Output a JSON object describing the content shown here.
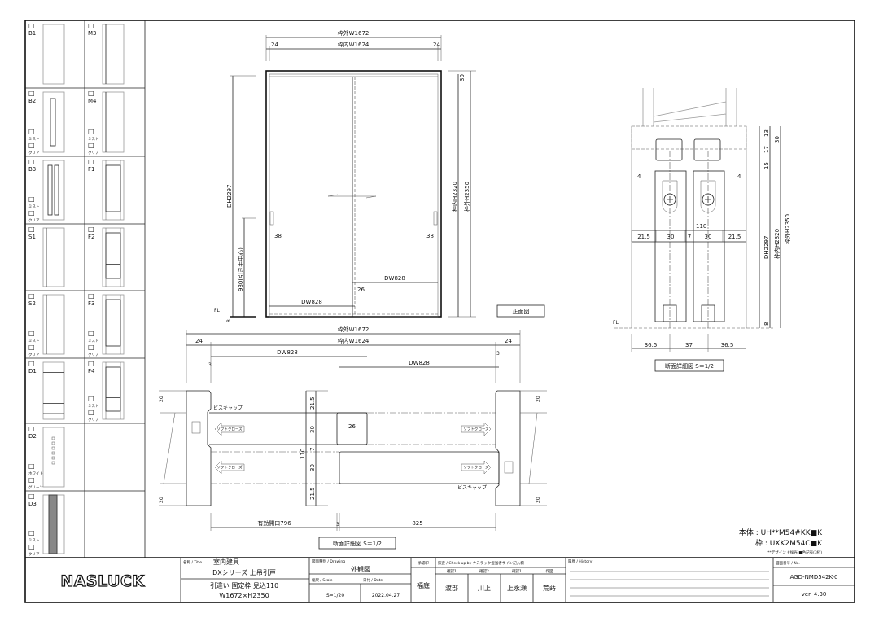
{
  "panel": [
    {
      "code": "B1",
      "options": []
    },
    {
      "code": "M3",
      "options": []
    },
    {
      "code": "B2",
      "options": [
        "ミスト",
        "クリア"
      ]
    },
    {
      "code": "M4",
      "options": [
        "ミスト",
        "クリア"
      ]
    },
    {
      "code": "B3",
      "options": [
        "ミスト",
        "クリア"
      ]
    },
    {
      "code": "F1",
      "options": []
    },
    {
      "code": "S1",
      "options": []
    },
    {
      "code": "F2",
      "options": []
    },
    {
      "code": "S2",
      "options": [
        "ミスト",
        "クリア"
      ]
    },
    {
      "code": "F3",
      "options": [
        "ミスト",
        "クリア"
      ]
    },
    {
      "code": "D1",
      "options": []
    },
    {
      "code": "F4",
      "options": [
        "ミスト",
        "クリア"
      ]
    },
    {
      "code": "D2",
      "options": [
        "ホワイト",
        "グリーン"
      ]
    },
    null,
    {
      "code": "D3",
      "options": [
        "ミスト",
        "クリア"
      ]
    },
    null
  ],
  "checkbox_glyph": "□",
  "front": {
    "outer_w": "枠外W1672",
    "inner_w": "枠内W1624",
    "side_l": "24",
    "side_r": "24",
    "top30": "30",
    "inner_h": "枠内H2320",
    "outer_h": "枠外H2350",
    "dh": "DH2297",
    "handle_h": "930(引き手中心)",
    "handle_l": "38",
    "handle_r": "38",
    "dw_r": "DW828",
    "dw_l": "DW828",
    "overlap": "26",
    "fl": "FL",
    "bottom8": "8",
    "caption": "正面図"
  },
  "section": {
    "outer_w": "枠外W1672",
    "inner_w": "枠内W1624",
    "side_l": "24",
    "side_r": "24",
    "dw1": "DW828",
    "dw2": "DW828",
    "gap_l": "3",
    "gap_r": "3",
    "d1": "21.5",
    "d2": "30",
    "d3": "7",
    "d4": "30",
    "d5": "21.5",
    "total": "110",
    "handle": "26",
    "wall1": "20",
    "wall2": "20",
    "wall3": "20",
    "wall4": "20",
    "screw_cap_l": "ビスキャップ",
    "screw_cap_r": "ビスキャップ",
    "soft_close": "ソフトクローズ",
    "opening": "有効開口796",
    "mid3": "3",
    "w825": "825",
    "caption": "断面詳細図 S＝1/2"
  },
  "detail": {
    "h13": "13",
    "h17": "17",
    "h15": "15",
    "h30": "30",
    "h8": "8",
    "left4": "4",
    "right4": "4",
    "w110": "110",
    "row": [
      "21.5",
      "30",
      "7",
      "30",
      "21.5"
    ],
    "bottom": [
      "36.5",
      "37",
      "36.5"
    ],
    "dh": "DH2297",
    "inner_h": "枠内H2320",
    "outer_h": "枠外H2350",
    "fl": "FL",
    "caption": "断面詳細図 S＝1/2"
  },
  "notes": {
    "body": "本体 : UH**M54#KK■K",
    "frame": "枠 : UXK2M54C■K",
    "legend": "**デザイン #採光 ■色記号(3桁)"
  },
  "titleblock": {
    "logo": "NASLUCK",
    "title_label": "名称 / Title",
    "title": "室内建具",
    "series": "DXシリーズ 上吊引戸",
    "desc1": "引違い 固定枠 見込110",
    "desc2": "W1672×H2350",
    "drawing_label": "図面種別 / Drawing",
    "drawing": "外観図",
    "scale_label": "縮尺 / Scale",
    "scale": "S=1/20",
    "date_label": "日付 / Date",
    "date": "2022.04.27",
    "approval_label": "承認印",
    "approval": "福庭",
    "check_label": "照査 / Check up by ナスラック担当者サイン記入欄",
    "check_heads": [
      "確認1",
      "確認2",
      "確認1",
      "作図"
    ],
    "checkers": [
      "渡部",
      "川上",
      "上永瀬",
      "荒蒔"
    ],
    "history_label": "履歴 / History",
    "dwgno_label": "図面番号 / No.",
    "dwgno": "AGD-NMD542K-0",
    "version": "ver. 4.30"
  }
}
